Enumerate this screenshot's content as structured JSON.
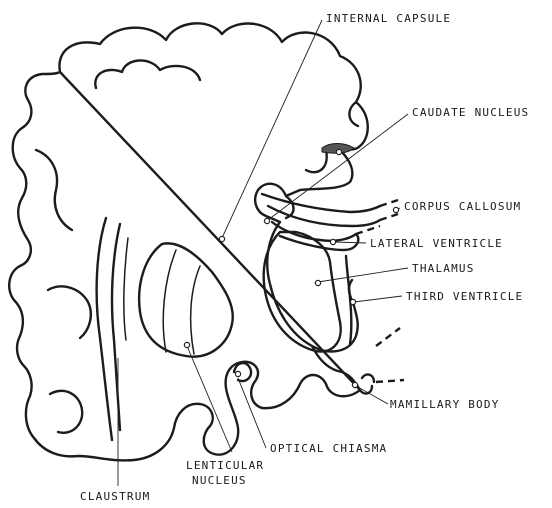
{
  "labels": {
    "internal_capsule": "INTERNAL CAPSULE",
    "caudate_nucleus": "CAUDATE NUCLEUS",
    "corpus_callosum": "CORPUS CALLOSUM",
    "lateral_ventricle": "LATERAL VENTRICLE",
    "thalamus": "THALAMUS",
    "third_ventricle": "THIRD VENTRICLE",
    "mamillary_body": "MAMILLARY BODY",
    "optical_chiasma": "OPTICAL CHIASMA",
    "lenticular_nucleus_line1": "LENTICULAR",
    "lenticular_nucleus_line2": "NUCLEUS",
    "claustrum": "CLAUSTRUM"
  }
}
